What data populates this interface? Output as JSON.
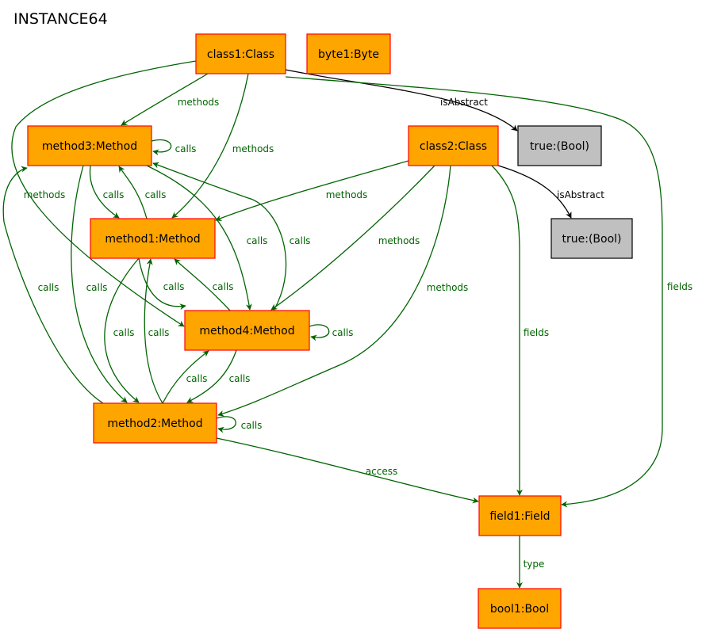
{
  "title": "INSTANCE64",
  "colors": {
    "object_fill": "#ffa500",
    "object_border": "#ff0000",
    "value_fill": "#c0c0c0",
    "value_border": "#000000",
    "edge_green": "#006400",
    "edge_black": "#000000"
  },
  "nodes": [
    {
      "id": "class1",
      "label": "class1:Class",
      "kind": "object"
    },
    {
      "id": "byte1",
      "label": "byte1:Byte",
      "kind": "object"
    },
    {
      "id": "method3",
      "label": "method3:Method",
      "kind": "object"
    },
    {
      "id": "class2",
      "label": "class2:Class",
      "kind": "object"
    },
    {
      "id": "true1",
      "label": "true:(Bool)",
      "kind": "value"
    },
    {
      "id": "true2",
      "label": "true:(Bool)",
      "kind": "value"
    },
    {
      "id": "method1",
      "label": "method1:Method",
      "kind": "object"
    },
    {
      "id": "method4",
      "label": "method4:Method",
      "kind": "object"
    },
    {
      "id": "method2",
      "label": "method2:Method",
      "kind": "object"
    },
    {
      "id": "field1",
      "label": "field1:Field",
      "kind": "object"
    },
    {
      "id": "bool1",
      "label": "bool1:Bool",
      "kind": "object"
    }
  ],
  "edges": [
    {
      "id": "e01",
      "from": "class1",
      "to": "method3",
      "label": "methods",
      "color": "green"
    },
    {
      "id": "e02",
      "from": "class1",
      "to": "method1",
      "label": "methods",
      "color": "green"
    },
    {
      "id": "e03",
      "from": "class1",
      "to": "method4",
      "label": "methods",
      "color": "green"
    },
    {
      "id": "e04",
      "from": "class1",
      "to": "true1",
      "label": "isAbstract",
      "color": "black"
    },
    {
      "id": "e05",
      "from": "class1",
      "to": "field1",
      "label": "fields",
      "color": "green"
    },
    {
      "id": "e06",
      "from": "method3",
      "to": "method3",
      "label": "calls",
      "color": "green"
    },
    {
      "id": "e07",
      "from": "method3",
      "to": "method1",
      "label": "calls",
      "color": "green"
    },
    {
      "id": "e08",
      "from": "method1",
      "to": "method3",
      "label": "calls",
      "color": "green"
    },
    {
      "id": "e09",
      "from": "method3",
      "to": "method4",
      "label": "calls",
      "color": "green"
    },
    {
      "id": "e10",
      "from": "method4",
      "to": "method3",
      "label": "calls",
      "color": "green"
    },
    {
      "id": "e11",
      "from": "method3",
      "to": "method2",
      "label": "calls",
      "color": "green"
    },
    {
      "id": "e12",
      "from": "method2",
      "to": "method3",
      "label": "calls",
      "color": "green"
    },
    {
      "id": "e13",
      "from": "class2",
      "to": "method1",
      "label": "methods",
      "color": "green"
    },
    {
      "id": "e14",
      "from": "class2",
      "to": "method4",
      "label": "methods",
      "color": "green"
    },
    {
      "id": "e15",
      "from": "class2",
      "to": "method2",
      "label": "methods",
      "color": "green"
    },
    {
      "id": "e16",
      "from": "class2",
      "to": "true2",
      "label": "isAbstract",
      "color": "black"
    },
    {
      "id": "e17",
      "from": "class2",
      "to": "field1",
      "label": "fields",
      "color": "green"
    },
    {
      "id": "e18",
      "from": "method1",
      "to": "method4",
      "label": "calls",
      "color": "green"
    },
    {
      "id": "e19",
      "from": "method4",
      "to": "method1",
      "label": "calls",
      "color": "green"
    },
    {
      "id": "e20",
      "from": "method1",
      "to": "method2",
      "label": "calls",
      "color": "green"
    },
    {
      "id": "e21",
      "from": "method2",
      "to": "method1",
      "label": "calls",
      "color": "green"
    },
    {
      "id": "e22",
      "from": "method4",
      "to": "method4",
      "label": "calls",
      "color": "green"
    },
    {
      "id": "e23",
      "from": "method4",
      "to": "method2",
      "label": "calls",
      "color": "green"
    },
    {
      "id": "e24",
      "from": "method2",
      "to": "method4",
      "label": "calls",
      "color": "green"
    },
    {
      "id": "e25",
      "from": "method2",
      "to": "method2",
      "label": "calls",
      "color": "green"
    },
    {
      "id": "e26",
      "from": "method2",
      "to": "field1",
      "label": "access",
      "color": "green"
    },
    {
      "id": "e27",
      "from": "field1",
      "to": "bool1",
      "label": "type",
      "color": "green"
    }
  ]
}
